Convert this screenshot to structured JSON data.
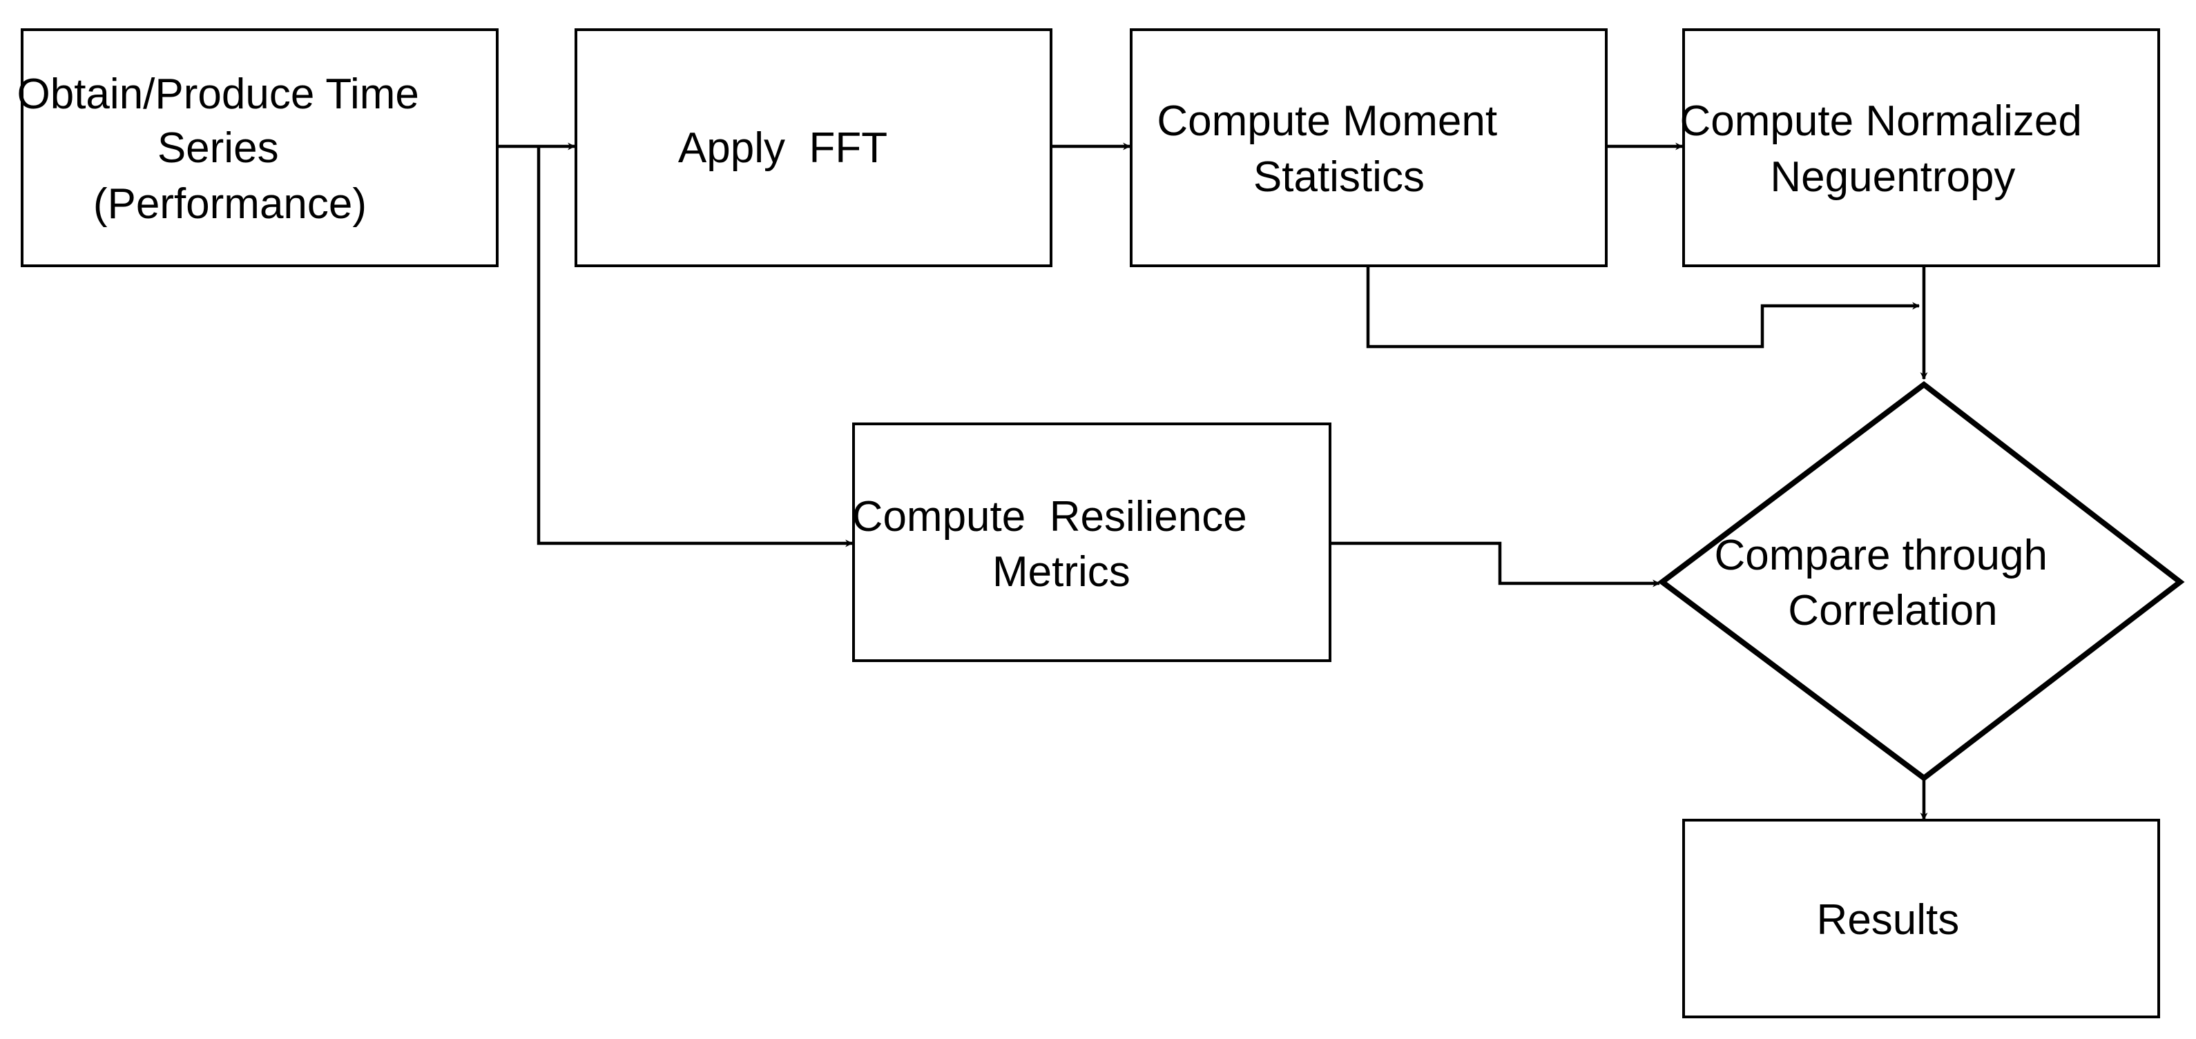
{
  "nodes": {
    "obtain": {
      "lines": [
        "Obtain/Produce Time",
        "Series",
        "(Performance)"
      ]
    },
    "fft": {
      "lines": [
        "Apply  FFT"
      ]
    },
    "moment": {
      "lines": [
        "Compute Moment",
        "Statistics"
      ]
    },
    "negentropy": {
      "lines": [
        "Compute Normalized",
        "Neguentropy"
      ]
    },
    "resilience": {
      "lines": [
        "Compute  Resilience",
        "Metrics"
      ]
    },
    "compare": {
      "lines": [
        "Compare through",
        "Correlation"
      ]
    },
    "results": {
      "lines": [
        "Results"
      ]
    }
  },
  "edges": [
    {
      "from": "obtain",
      "to": "fft"
    },
    {
      "from": "fft",
      "to": "moment"
    },
    {
      "from": "moment",
      "to": "negentropy"
    },
    {
      "from": "obtain",
      "to": "resilience"
    },
    {
      "from": "moment",
      "to": "compare"
    },
    {
      "from": "negentropy",
      "to": "compare"
    },
    {
      "from": "resilience",
      "to": "compare"
    },
    {
      "from": "compare",
      "to": "results"
    }
  ],
  "colors": {
    "stroke": "#000000",
    "fill": "#ffffff",
    "text": "#000000"
  }
}
